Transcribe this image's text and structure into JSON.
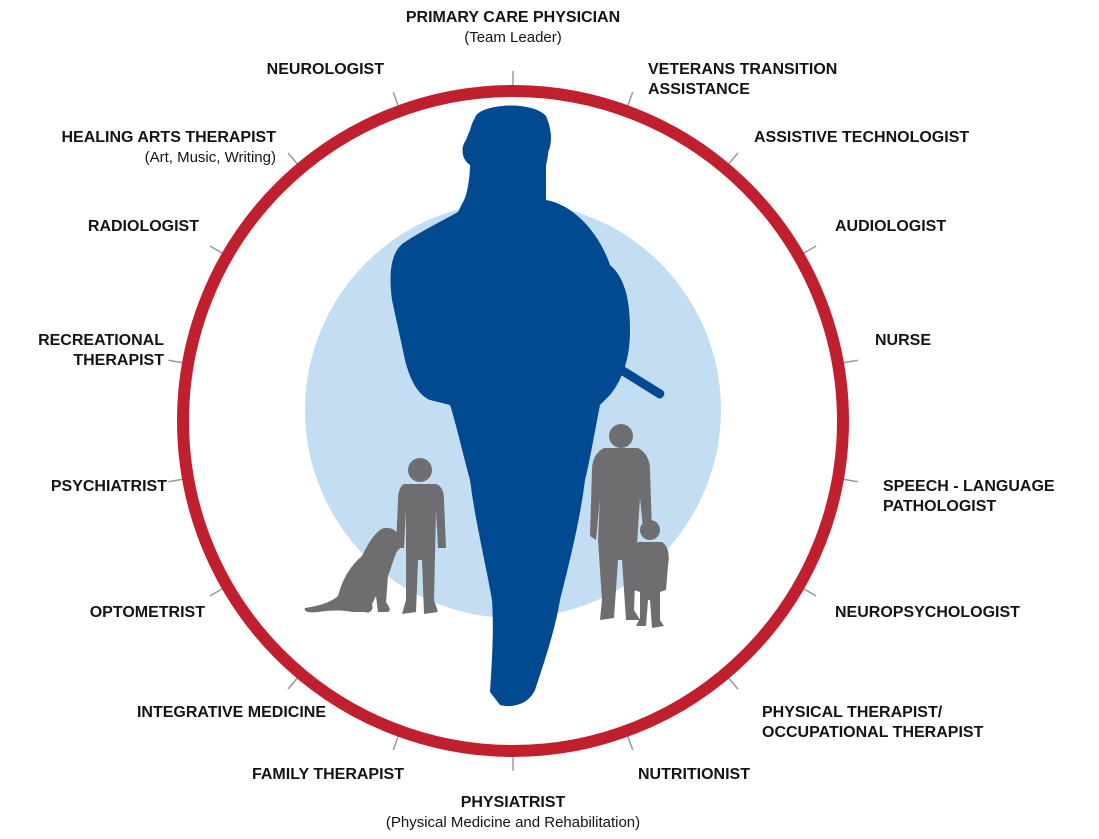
{
  "colors": {
    "ring": "#c0202e",
    "inner_circle": "#c3ddf3",
    "soldier": "#014990",
    "family": "#6e6e70",
    "tick": "#9a9a9a",
    "text": "#141414"
  },
  "center": {
    "soldier_icon": "soldier-silhouette-icon",
    "family_icons": [
      "boy-silhouette-icon",
      "dog-silhouette-icon",
      "woman-silhouette-icon",
      "child-silhouette-icon"
    ]
  },
  "roles": [
    {
      "id": "primary-care-physician",
      "title": "PRIMARY CARE PHYSICIAN",
      "subtitle": "(Team Leader)"
    },
    {
      "id": "veterans-transition-assistance",
      "title": "VETERANS TRANSITION ASSISTANCE",
      "title_lines": [
        "VETERANS TRANSITION",
        "ASSISTANCE"
      ]
    },
    {
      "id": "assistive-technologist",
      "title": "ASSISTIVE TECHNOLOGIST"
    },
    {
      "id": "audiologist",
      "title": "AUDIOLOGIST"
    },
    {
      "id": "nurse",
      "title": "NURSE"
    },
    {
      "id": "speech-language-pathologist",
      "title": "SPEECH - LANGUAGE PATHOLOGIST",
      "title_lines": [
        "SPEECH - LANGUAGE",
        "PATHOLOGIST"
      ]
    },
    {
      "id": "neuropsychologist",
      "title": "NEUROPSYCHOLOGIST"
    },
    {
      "id": "physical-occupational-therapist",
      "title": "PHYSICAL THERAPIST/ OCCUPATIONAL THERAPIST",
      "title_lines": [
        "PHYSICAL THERAPIST/",
        "OCCUPATIONAL THERAPIST"
      ]
    },
    {
      "id": "nutritionist",
      "title": "NUTRITIONIST"
    },
    {
      "id": "physiatrist",
      "title": "PHYSIATRIST",
      "subtitle": "(Physical Medicine and Rehabilitation)"
    },
    {
      "id": "family-therapist",
      "title": "FAMILY THERAPIST"
    },
    {
      "id": "integrative-medicine",
      "title": "INTEGRATIVE MEDICINE"
    },
    {
      "id": "optometrist",
      "title": "OPTOMETRIST"
    },
    {
      "id": "psychiatrist",
      "title": "PSYCHIATRIST"
    },
    {
      "id": "recreational-therapist",
      "title": "RECREATIONAL THERAPIST",
      "title_lines": [
        "RECREATIONAL",
        "THERAPIST"
      ]
    },
    {
      "id": "radiologist",
      "title": "RADIOLOGIST"
    },
    {
      "id": "healing-arts-therapist",
      "title": "HEALING ARTS THERAPIST",
      "subtitle": "(Art, Music, Writing)"
    },
    {
      "id": "neurologist",
      "title": "NEUROLOGIST"
    }
  ]
}
